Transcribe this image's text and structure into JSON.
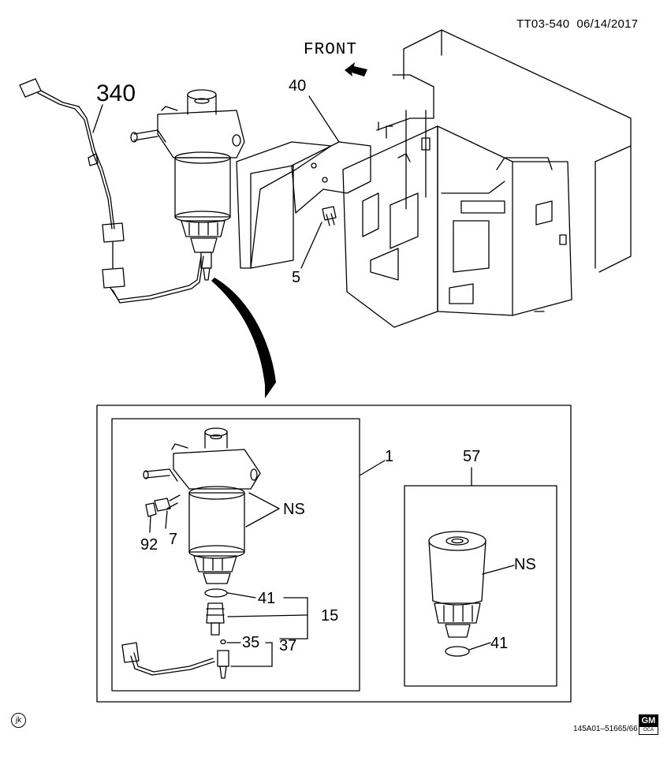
{
  "header": {
    "code": "TT03-540",
    "date": "06/14/2017"
  },
  "direction_label": "FRONT",
  "callouts": {
    "harness": "340",
    "bracket": "40",
    "bolt": "5",
    "filter_assembly": "1",
    "element_kit": "57",
    "not_serviced_a": "NS",
    "not_serviced_b": "NS",
    "oring_a": "41",
    "oring_b": "41",
    "sensor": "15",
    "small_oring": "35",
    "drain_kit": "37",
    "plug": "7",
    "screw": "92"
  },
  "footer": {
    "drawing_number": "145A01–51665/66",
    "mark": "jk",
    "brand": "GM",
    "brand_sub": "OCA"
  }
}
